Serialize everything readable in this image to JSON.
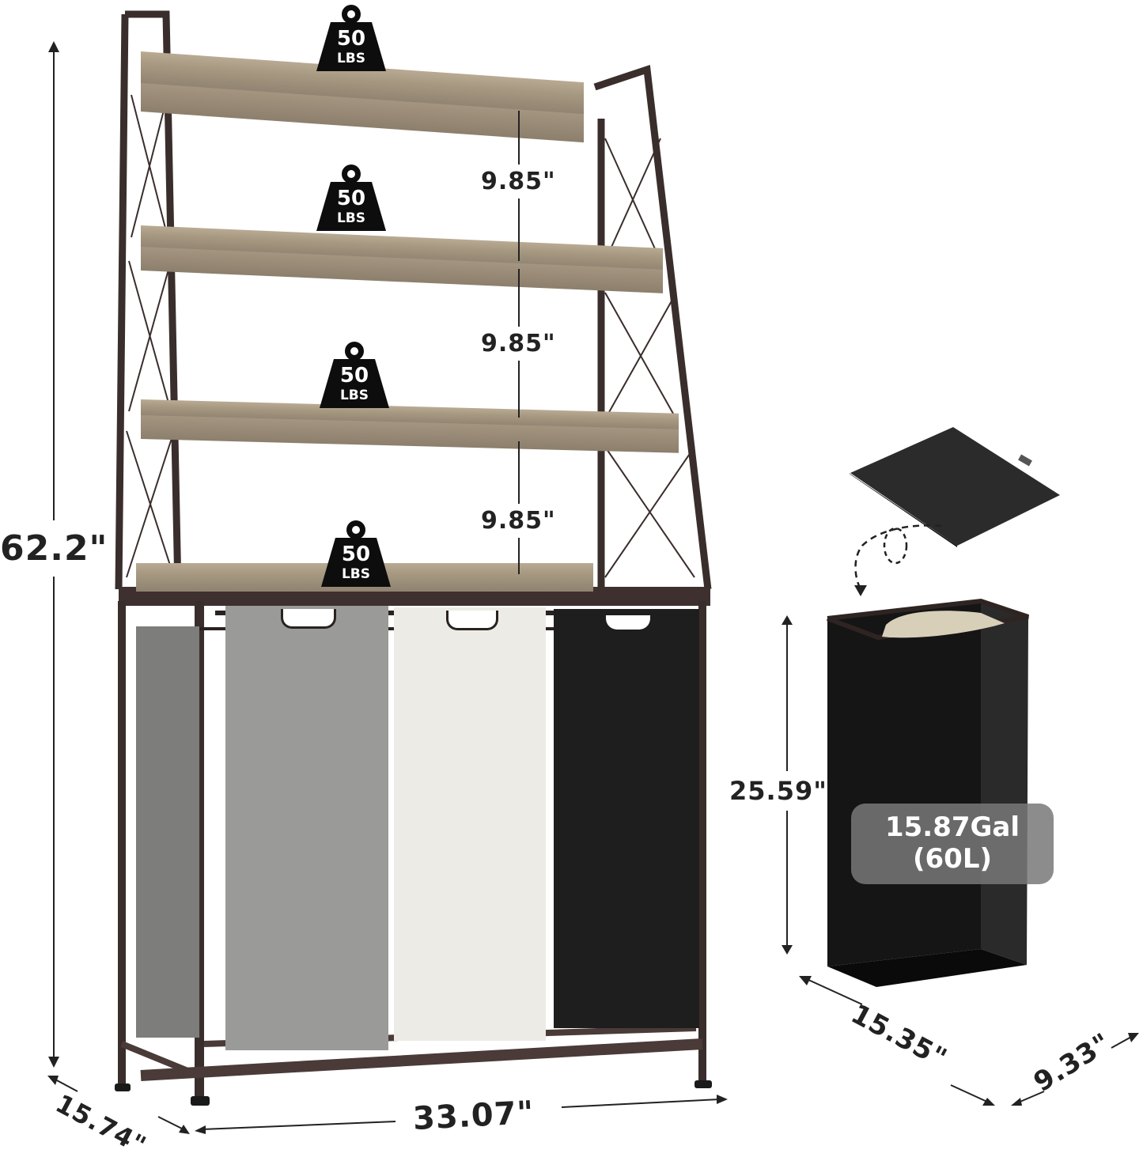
{
  "product": {
    "overall_height": "62.2\"",
    "shelf_spacings": [
      "9.85\"",
      "9.85\"",
      "9.85\""
    ],
    "shelf_weight_limits": [
      {
        "value": "50",
        "unit": "LBS"
      },
      {
        "value": "50",
        "unit": "LBS"
      },
      {
        "value": "50",
        "unit": "LBS"
      },
      {
        "value": "50",
        "unit": "LBS"
      }
    ],
    "width": "33.07\"",
    "depth": "15.74\""
  },
  "bag": {
    "height": "25.59\"",
    "width": "15.35\"",
    "depth": "9.33\"",
    "capacity_line1": "15.87Gal",
    "capacity_line2": "(60L)"
  },
  "colors": {
    "frame": "#3a2e2c",
    "wood": "#a69880",
    "bag_gray": "#9a9b99",
    "bag_white": "#ecebe6",
    "bag_black": "#1e1e1e",
    "text": "#222222"
  }
}
